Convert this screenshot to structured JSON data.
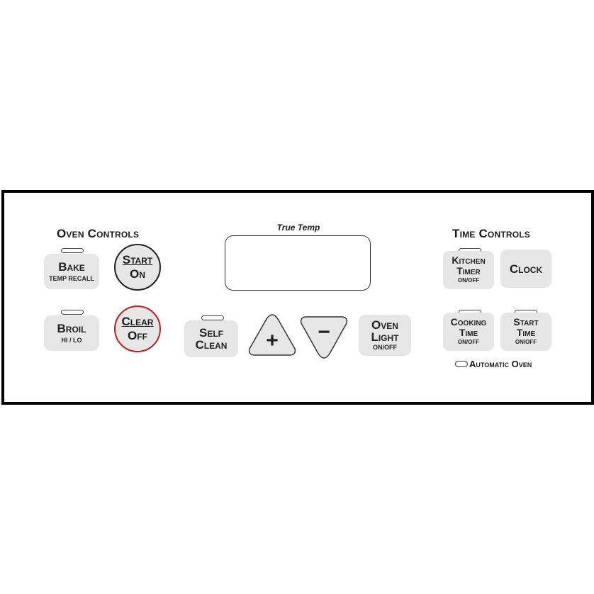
{
  "oven_controls": {
    "title": "Oven Controls",
    "bake": {
      "label": "Bake",
      "sub": "TEMP RECALL"
    },
    "broil": {
      "label": "Broil",
      "sub": "HI / LO"
    },
    "start": {
      "line1": "Start",
      "line2": "On"
    },
    "clear": {
      "line1": "Clear",
      "line2": "Off"
    }
  },
  "display": {
    "label": "True Temp"
  },
  "self_clean": {
    "line1": "Self",
    "line2": "Clean"
  },
  "plus": {
    "symbol": "+"
  },
  "minus": {
    "symbol": "−"
  },
  "oven_light": {
    "line1": "Oven",
    "line2": "Light",
    "sub": "ON/OFF"
  },
  "time_controls": {
    "title": "Time Controls",
    "kitchen_timer": {
      "line1": "Kitchen",
      "line2": "Timer",
      "sub": "ON/OFF"
    },
    "clock": {
      "label": "Clock"
    },
    "cooking_time": {
      "line1": "Cooking",
      "line2": "Time",
      "sub": "ON/OFF"
    },
    "start_time": {
      "line1": "Start",
      "line2": "Time",
      "sub": "ON/OFF"
    },
    "automatic_oven": "Automatic Oven"
  },
  "colors": {
    "button_fill": "#e6e6e6",
    "start_border": "#222222",
    "clear_border": "#c0201c",
    "panel_border": "#000000"
  }
}
